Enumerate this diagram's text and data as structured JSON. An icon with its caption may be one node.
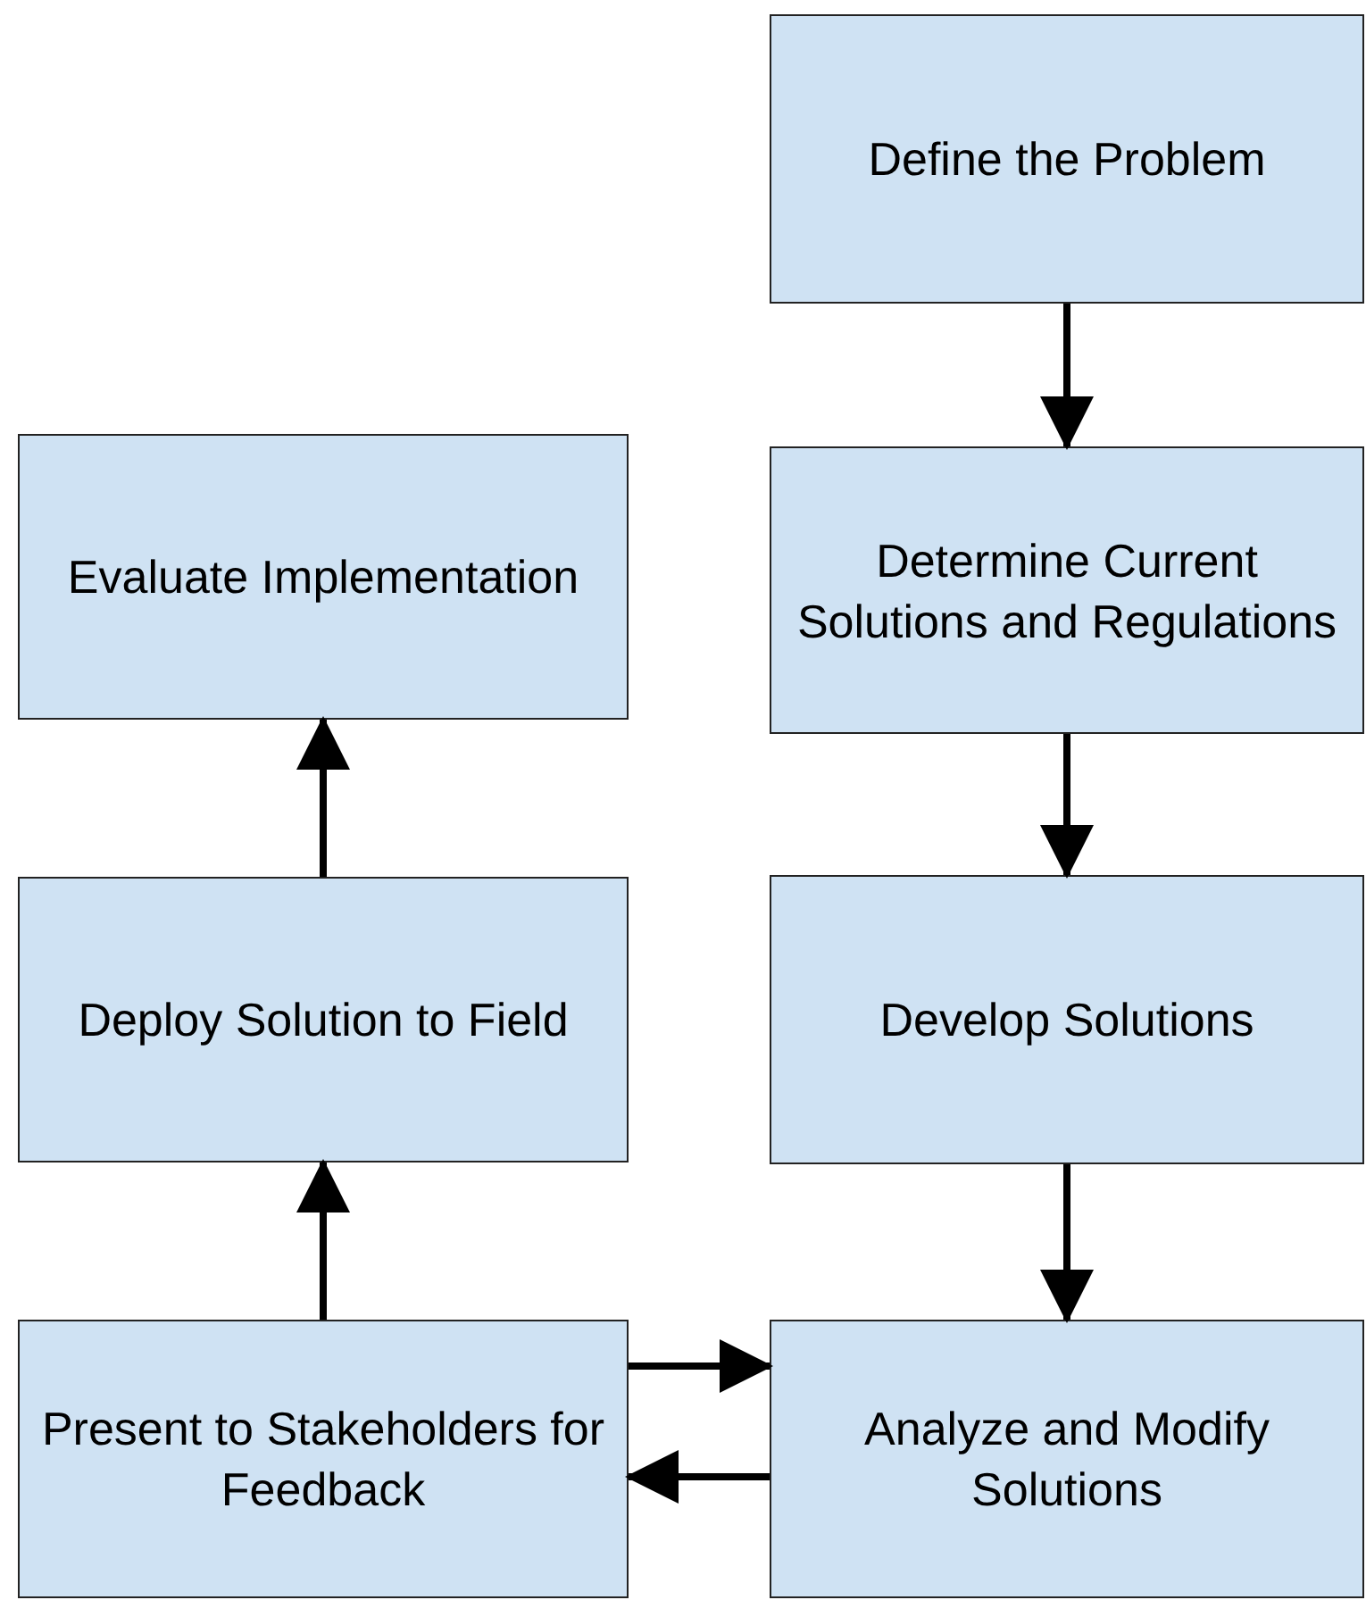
{
  "diagram": {
    "nodes": [
      {
        "text": [
          "Define the Problem"
        ]
      },
      {
        "text": [
          "Determine Current Solutions and Regulations"
        ]
      },
      {
        "text": [
          "Develop Solutions"
        ]
      },
      {
        "text": [
          "Analyze and Modify Solutions"
        ]
      },
      {
        "text": [
          "Present to Stakeholders for Feedback"
        ]
      },
      {
        "text": [
          "Deploy Solution to Field"
        ]
      },
      {
        "text": [
          "Evaluate Implementation"
        ]
      }
    ],
    "edges": [
      {
        "from": 0,
        "to": 1,
        "arrow": "to"
      },
      {
        "from": 1,
        "to": 2,
        "arrow": "to"
      },
      {
        "from": 2,
        "to": 3,
        "arrow": "to"
      },
      {
        "from": 4,
        "to": 3,
        "arrow": "to"
      },
      {
        "from": 3,
        "to": 4,
        "arrow": "to"
      },
      {
        "from": 4,
        "to": 5,
        "arrow": "to"
      },
      {
        "from": 5,
        "to": 6,
        "arrow": "to"
      }
    ]
  }
}
